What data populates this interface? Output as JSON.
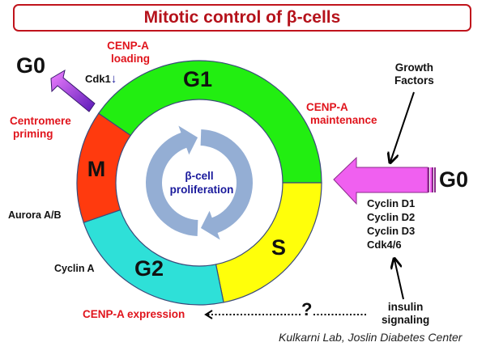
{
  "title": "Mitotic control of β-cells",
  "colors": {
    "title_red": "#b5121b",
    "label_red": "#e0141c",
    "g1": "#22ee11",
    "s": "#ffff0a",
    "g2": "#2ee0d8",
    "m": "#ff3a0e",
    "ring_stroke": "#3a4a7a",
    "inner_arrows": "#94aed4",
    "g0_arrow_right": "#f060f0",
    "g0_arrow_left_start": "#f080ff",
    "g0_arrow_left_end": "#5a18b8",
    "center_text": "#1a1a9c"
  },
  "cycle": {
    "phases": [
      {
        "name": "G1",
        "start_deg": 214.6,
        "end_deg": 360,
        "color_key": "g1"
      },
      {
        "name": "S",
        "start_deg": 0,
        "end_deg": 78.5,
        "color_key": "s"
      },
      {
        "name": "G2",
        "start_deg": 78.5,
        "end_deg": 161,
        "color_key": "g2"
      },
      {
        "name": "M",
        "start_deg": 161,
        "end_deg": 214.6,
        "color_key": "m"
      }
    ],
    "center_label_line1": "β-cell",
    "center_label_line2": "proliferation"
  },
  "labels": {
    "g0_left": "G0",
    "g0_right": "G0",
    "cenpa_loading_1": "CENP-A",
    "cenpa_loading_2": "loading",
    "cdk1": "Cdk1",
    "cdk1_arrow": "↓",
    "centromere_1": "Centromere",
    "centromere_2": "priming",
    "aurora": "Aurora A/B",
    "cyclin_a": "Cyclin A",
    "cenpa_maint_1": "CENP-A",
    "cenpa_maint_2": "maintenance",
    "growth_1": "Growth",
    "growth_2": "Factors",
    "cyclins": [
      "Cyclin D1",
      "Cyclin D2",
      "Cyclin D3",
      "Cdk4/6"
    ],
    "cenpa_expression": "CENP-A expression",
    "question": "?",
    "insulin_1": "insulin",
    "insulin_2": "signaling",
    "credit": "Kulkarni Lab, Joslin Diabetes Center"
  }
}
